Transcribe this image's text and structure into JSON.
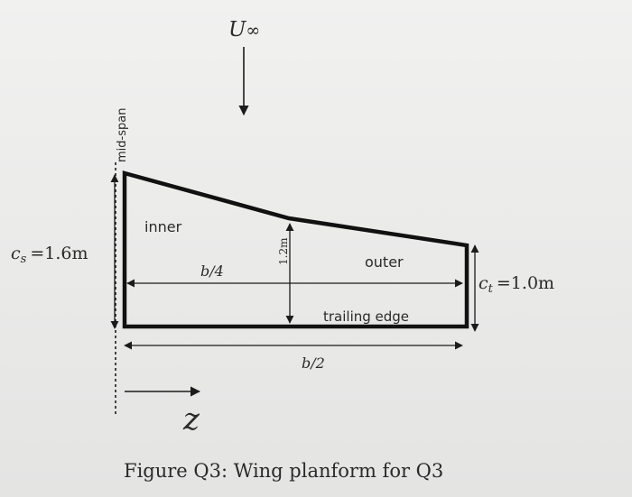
{
  "free_stream": {
    "symbol": "U",
    "subscript": "∞"
  },
  "labels": {
    "mid_span": "mid-span",
    "inner": "inner",
    "outer": "outer",
    "trailing_edge": "trailing edge",
    "quarter_span": "b/4",
    "half_span": "b/2",
    "mid_chord": "1.2m",
    "axis": "z"
  },
  "chords": {
    "root_symbol": "c",
    "root_subscript": "s",
    "root_value": "=1.6m",
    "tip_symbol": "c",
    "tip_subscript": "t",
    "tip_value": "=1.0m"
  },
  "caption": "Figure Q3: Wing planform for Q3",
  "colors": {
    "ink": "#1b1b1b",
    "paper": "#eeeeec"
  }
}
